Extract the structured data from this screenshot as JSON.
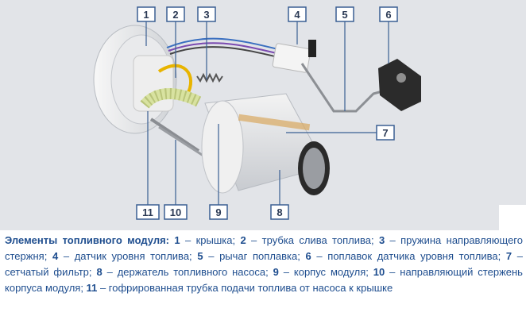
{
  "figure": {
    "callouts": [
      "1",
      "2",
      "3",
      "4",
      "5",
      "6",
      "7",
      "8",
      "9",
      "10",
      "11"
    ],
    "colors": {
      "background": "#e2e4e8",
      "callout_border": "#3a5f93",
      "callout_text": "#2b3a55",
      "leader": "#3a5f93",
      "caption_text": "#1f4e8f"
    }
  },
  "caption": {
    "title": "Элементы топливного модуля:",
    "items": [
      {
        "num": "1",
        "text": "крышка"
      },
      {
        "num": "2",
        "text": "трубка слива топлива"
      },
      {
        "num": "3",
        "text": "пружина направляющего стержня"
      },
      {
        "num": "4",
        "text": "датчик уровня топлива"
      },
      {
        "num": "5",
        "text": "рычаг поплавка"
      },
      {
        "num": "6",
        "text": "поплавок датчика уровня топлива"
      },
      {
        "num": "7",
        "text": "сетчатый фильтр"
      },
      {
        "num": "8",
        "text": "держатель топливного насоса"
      },
      {
        "num": "9",
        "text": "корпус модуля"
      },
      {
        "num": "10",
        "text": "направляющий стержень корпуса модуля"
      },
      {
        "num": "11",
        "text": "гофрированная трубка подачи топлива от насоса к крышке"
      }
    ]
  }
}
